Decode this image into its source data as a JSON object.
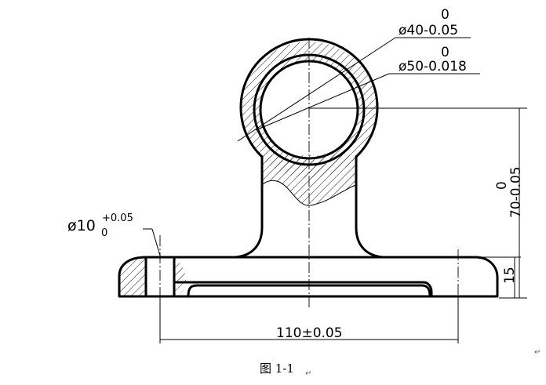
{
  "figure": {
    "caption": "图 1-1",
    "caption_mark": "↵",
    "corner_mark": "↵"
  },
  "dimensions": {
    "bore_inner": {
      "label": "ø40-0.05",
      "upper_tol": "0"
    },
    "bore_outer": {
      "label": "ø50-0.018",
      "upper_tol": "0"
    },
    "height": {
      "label": "70-0.05",
      "upper_tol": "0"
    },
    "base_thickness": {
      "label": "15"
    },
    "hole_spacing": {
      "label": "110±0.05"
    },
    "hole_dia": {
      "prefix": "ø10",
      "lower": "0",
      "upper": "+0.05"
    }
  }
}
